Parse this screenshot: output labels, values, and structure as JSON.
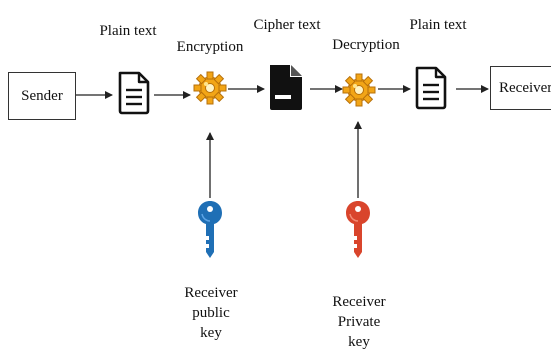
{
  "nodes": {
    "sender": "Sender",
    "receiver": "Receiver"
  },
  "labels": {
    "plain_text_1": "Plain text",
    "encryption": "Encryption",
    "cipher_text": "Cipher text",
    "decryption": "Decryption",
    "plain_text_2": "Plain text"
  },
  "keys": {
    "public": [
      "Receiver",
      "public",
      "key"
    ],
    "private": [
      "Receiver",
      "Private",
      "key"
    ]
  },
  "colors": {
    "public_key": "#1f6fb5",
    "private_key": "#d9452c",
    "gear": "#f2a516",
    "line": "#222222"
  },
  "icons": {
    "document": "document-icon",
    "gear": "gear-icon",
    "cipher_document": "cipher-document-icon",
    "key": "key-icon"
  }
}
